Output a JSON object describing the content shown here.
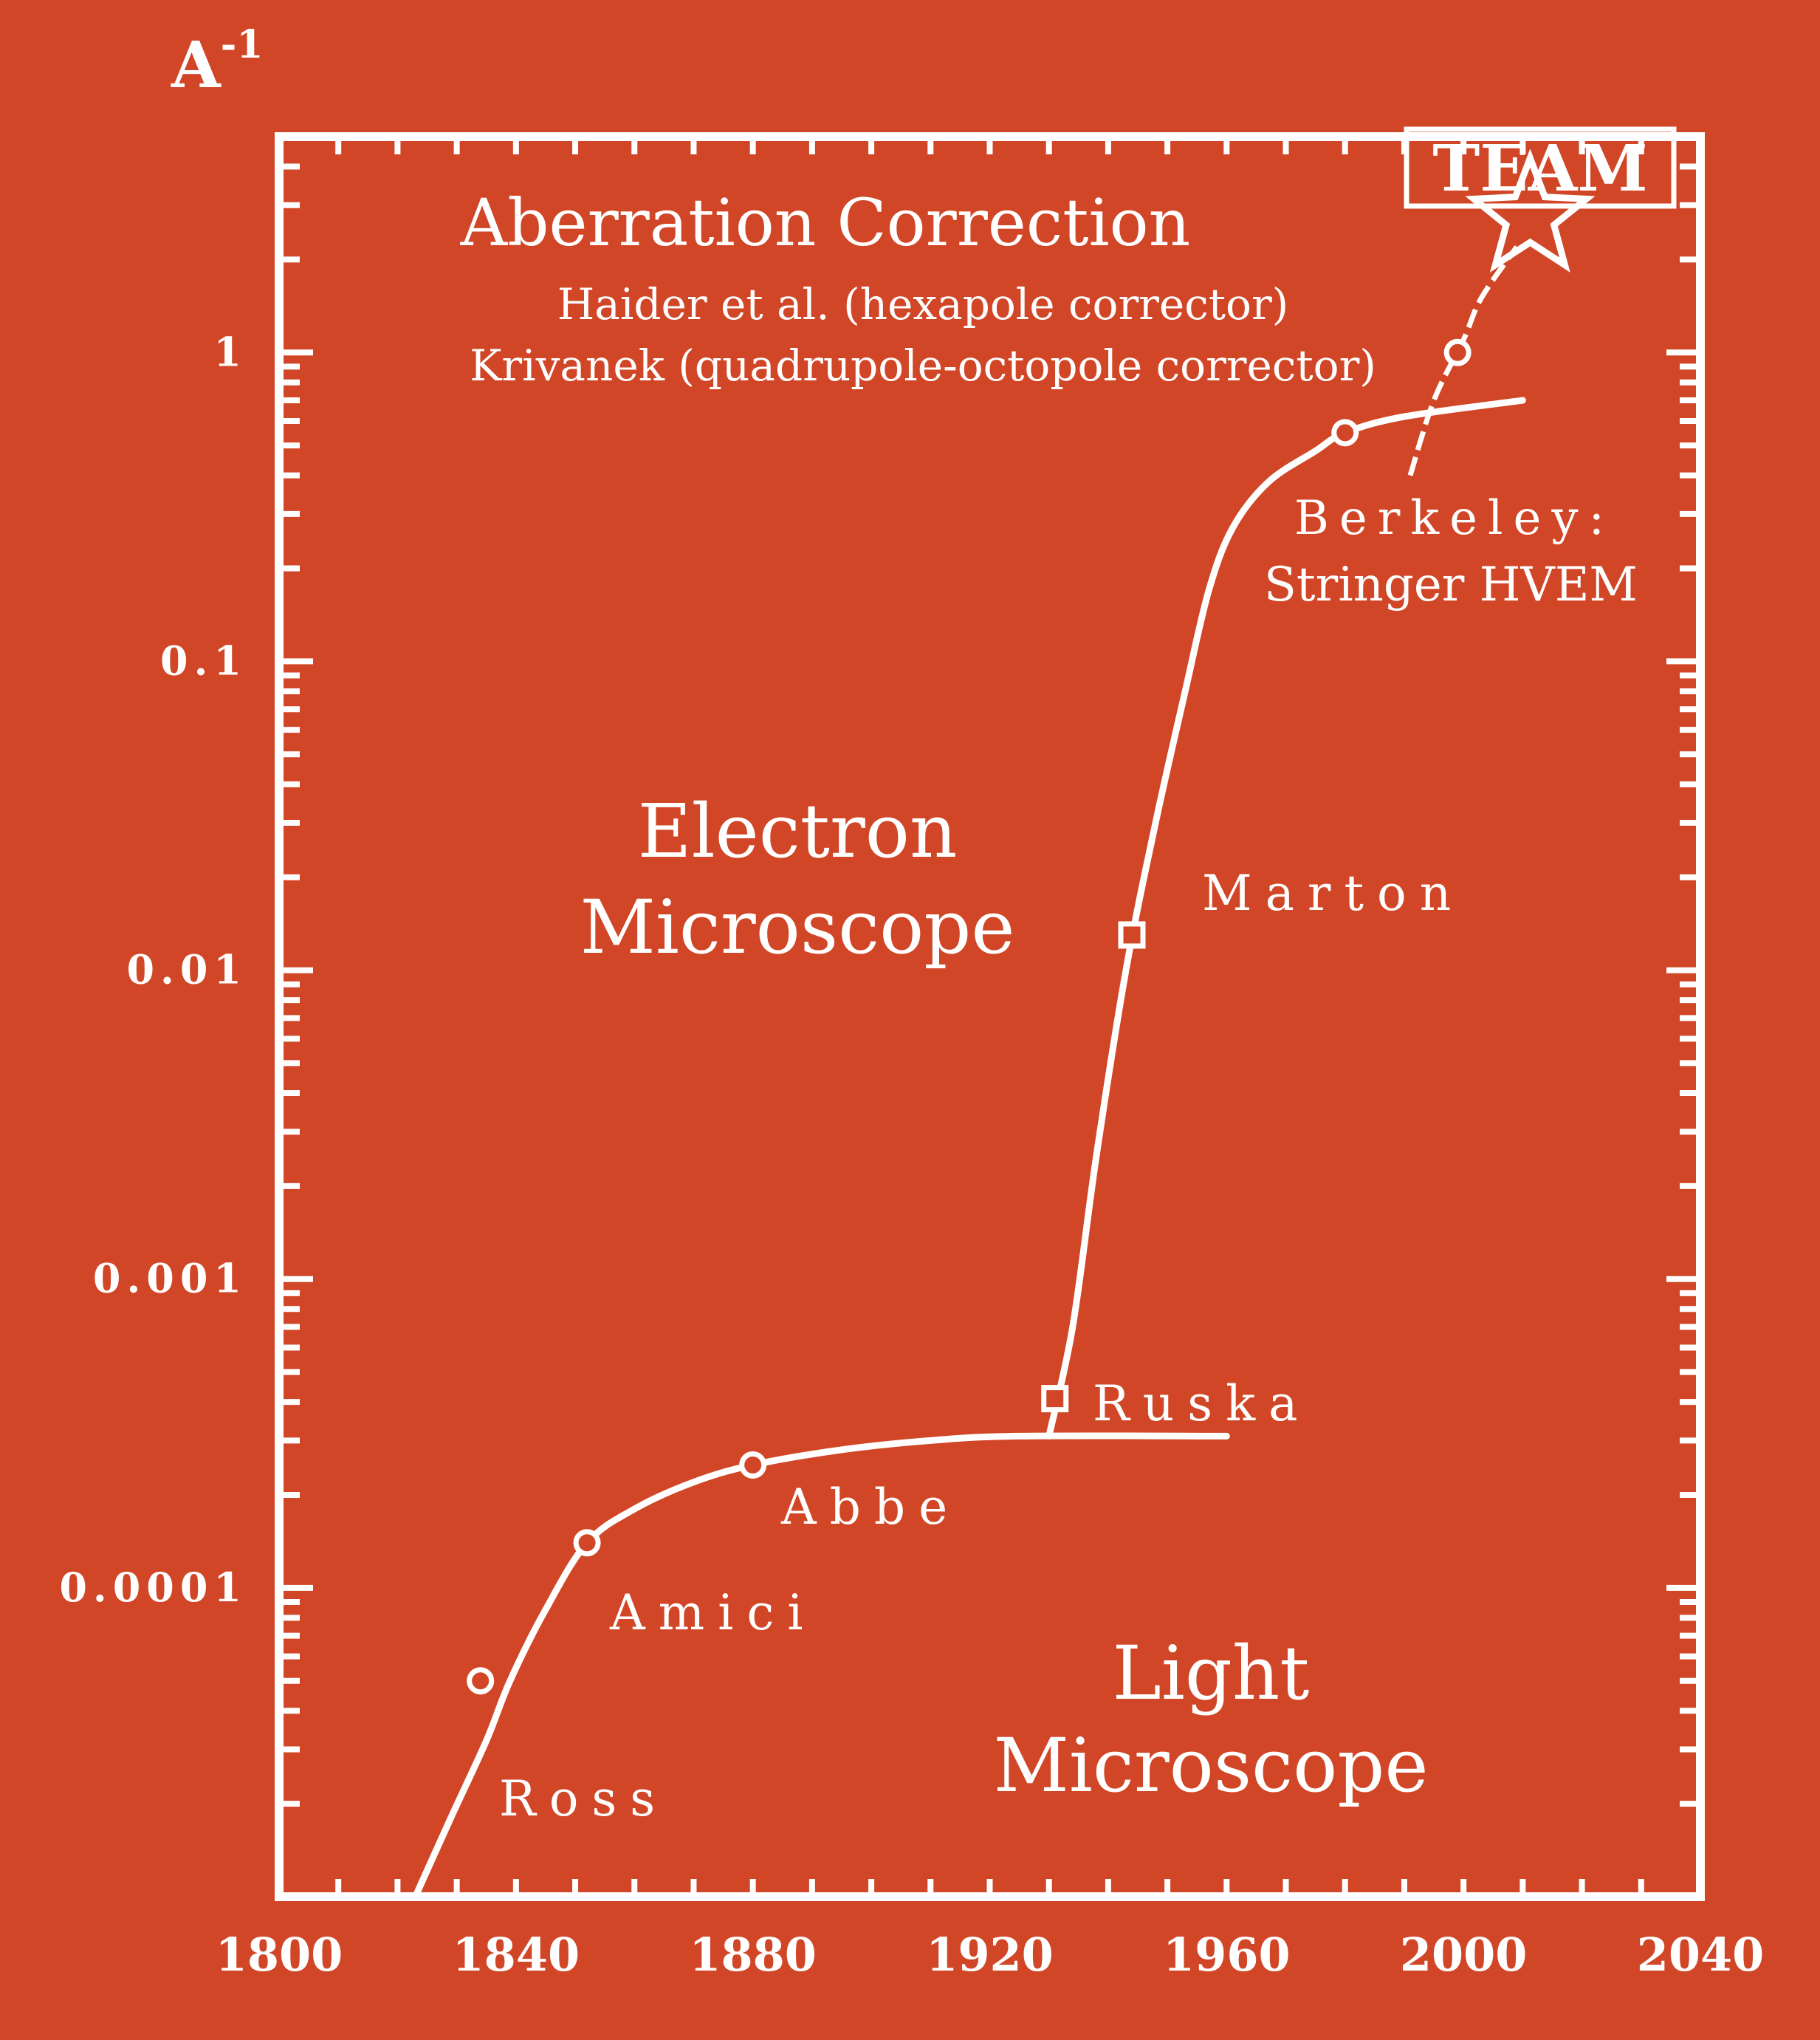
{
  "colors": {
    "background": "#d14626",
    "ink": "#ffffff"
  },
  "chart_data": {
    "type": "line",
    "title": "",
    "ylabel": "A -1",
    "xlabel": "",
    "xlim": [
      1800,
      2040
    ],
    "ylim": [
      1e-05,
      5
    ],
    "yscale": "log",
    "grid": false,
    "x_ticks": [
      {
        "value": 1800,
        "label": "1800"
      },
      {
        "value": 1840,
        "label": "1840"
      },
      {
        "value": 1880,
        "label": "1880"
      },
      {
        "value": 1920,
        "label": "1920"
      },
      {
        "value": 1960,
        "label": "1960"
      },
      {
        "value": 2000,
        "label": "2000"
      },
      {
        "value": 2040,
        "label": "2040"
      }
    ],
    "y_ticks": [
      {
        "value": 1,
        "label": "1"
      },
      {
        "value": 0.1,
        "label": "0.1"
      },
      {
        "value": 0.01,
        "label": "0.01"
      },
      {
        "value": 0.001,
        "label": "0.001"
      },
      {
        "value": 0.0001,
        "label": "0.0001"
      }
    ],
    "light_curve": {
      "x": [
        1823,
        1829,
        1835,
        1839,
        1845,
        1852,
        1860,
        1870,
        1880,
        1895,
        1910,
        1925,
        1960
      ],
      "y": [
        1e-05,
        1.8e-05,
        3.2e-05,
        5e-05,
        8.5e-05,
        0.00014,
        0.00018,
        0.00022,
        0.00025,
        0.00028,
        0.0003,
        0.00031,
        0.00031
      ]
    },
    "electron_curve": {
      "x": [
        1930,
        1934,
        1938,
        1943,
        1948,
        1953,
        1957,
        1961,
        1967,
        1975,
        1980,
        1990,
        2010
      ],
      "y": [
        0.00031,
        0.0007,
        0.0025,
        0.01,
        0.03,
        0.08,
        0.17,
        0.27,
        0.38,
        0.48,
        0.55,
        0.62,
        0.7
      ]
    },
    "corrected_curve": {
      "x": [
        1991,
        1995,
        2000,
        2003,
        2009
      ],
      "y": [
        0.4,
        0.7,
        1.1,
        1.5,
        2.2
      ]
    },
    "milestones": [
      {
        "name": "Ross",
        "x": 1834,
        "y": 5e-05,
        "marker": "circle"
      },
      {
        "name": "Amici",
        "x": 1852,
        "y": 0.00014,
        "marker": "circle"
      },
      {
        "name": "Abbe",
        "x": 1880,
        "y": 0.00025,
        "marker": "circle"
      },
      {
        "name": "Ruska",
        "x": 1931,
        "y": 0.00041,
        "marker": "square"
      },
      {
        "name": "Marton",
        "x": 1944,
        "y": 0.013,
        "marker": "square"
      },
      {
        "name": "Berkeley\nStringer HVEM",
        "x": 1980,
        "y": 0.55,
        "marker": "circle"
      },
      {
        "name": "",
        "x": 1999,
        "y": 1.0,
        "marker": "circle"
      },
      {
        "name": "TEAM",
        "x": 2009,
        "y": 2.2,
        "marker": "star"
      }
    ],
    "annotations": {
      "aberration_title": "Aberration Correction",
      "aberration_line1": "Haider et al. (hexapole corrector)",
      "aberration_line2": "Krivanek (quadrupole-octopole corrector)",
      "electron_region_1": "Electron",
      "electron_region_2": "Microscope",
      "light_region_1": "Light",
      "light_region_2": "Microscope",
      "team_box": "TEAM",
      "berkeley_1": "Berkeley:",
      "berkeley_2": "Stringer HVEM",
      "ross": "Ross",
      "amici": "Amici",
      "abbe": "Abbe",
      "ruska": "Ruska",
      "marton": "Marton"
    }
  }
}
